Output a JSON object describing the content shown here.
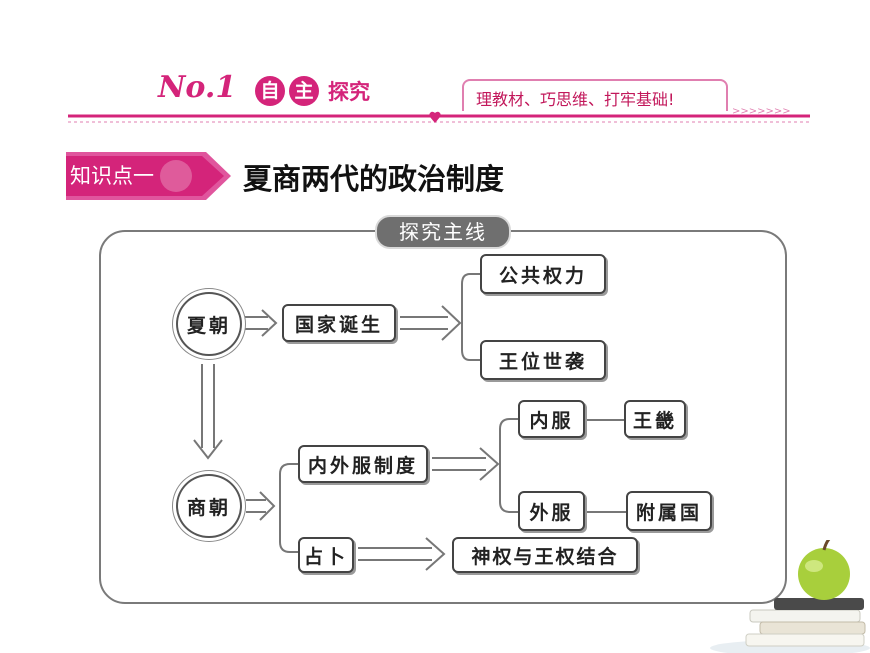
{
  "header": {
    "no_label": "No.1",
    "circle_1": "自",
    "circle_2": "主",
    "title_tail": "探究",
    "slogan": "理教材、巧思维、打牢基础!"
  },
  "section": {
    "tag": "知识点一",
    "title": "夏商两代的政治制度"
  },
  "diagram": {
    "pill": "探究主线",
    "xia": "夏朝",
    "shang": "商朝",
    "state_birth": "国家诞生",
    "public_power": "公共权力",
    "hereditary": "王位世袭",
    "inner_outer_system": "内外服制度",
    "inner": "内服",
    "royal_domain": "王畿",
    "outer": "外服",
    "vassal": "附属国",
    "divination": "占卜",
    "combine": "神权与王权结合"
  },
  "colors": {
    "accent": "#d4247a",
    "frame": "#7a7a7a"
  }
}
